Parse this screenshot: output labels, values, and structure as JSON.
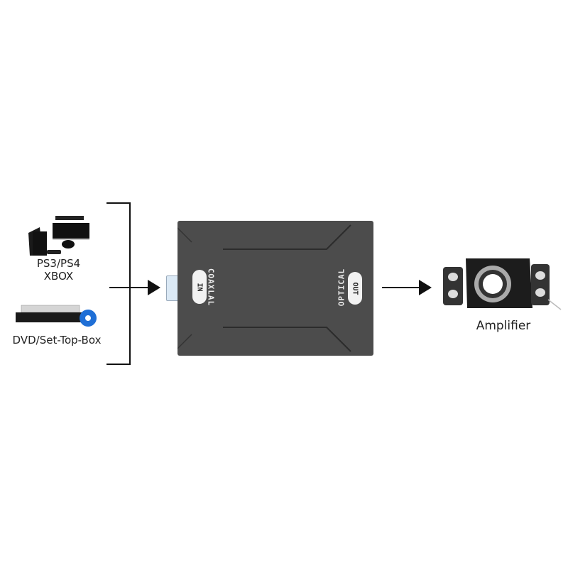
{
  "sources": [
    {
      "id": "console",
      "icon": "game-console-icon",
      "label_lines": [
        "PS3/PS4",
        "XBOX"
      ]
    },
    {
      "id": "dvd",
      "icon": "dvd-player-icon",
      "label_lines": [
        "DVD/Set-Top-Box"
      ]
    }
  ],
  "converter": {
    "input_port": {
      "pill_label": "IN",
      "side_label": "COAXLAL"
    },
    "output_port": {
      "side_label": "OPTICAL",
      "pill_label": "OUT"
    },
    "body_color": "#4c4c4c"
  },
  "destination": {
    "id": "amplifier",
    "icon": "speaker-system-icon",
    "label": "Amplifier"
  },
  "colors": {
    "line": "#111111",
    "background": "#ffffff",
    "disc": "#1f6fd6"
  }
}
